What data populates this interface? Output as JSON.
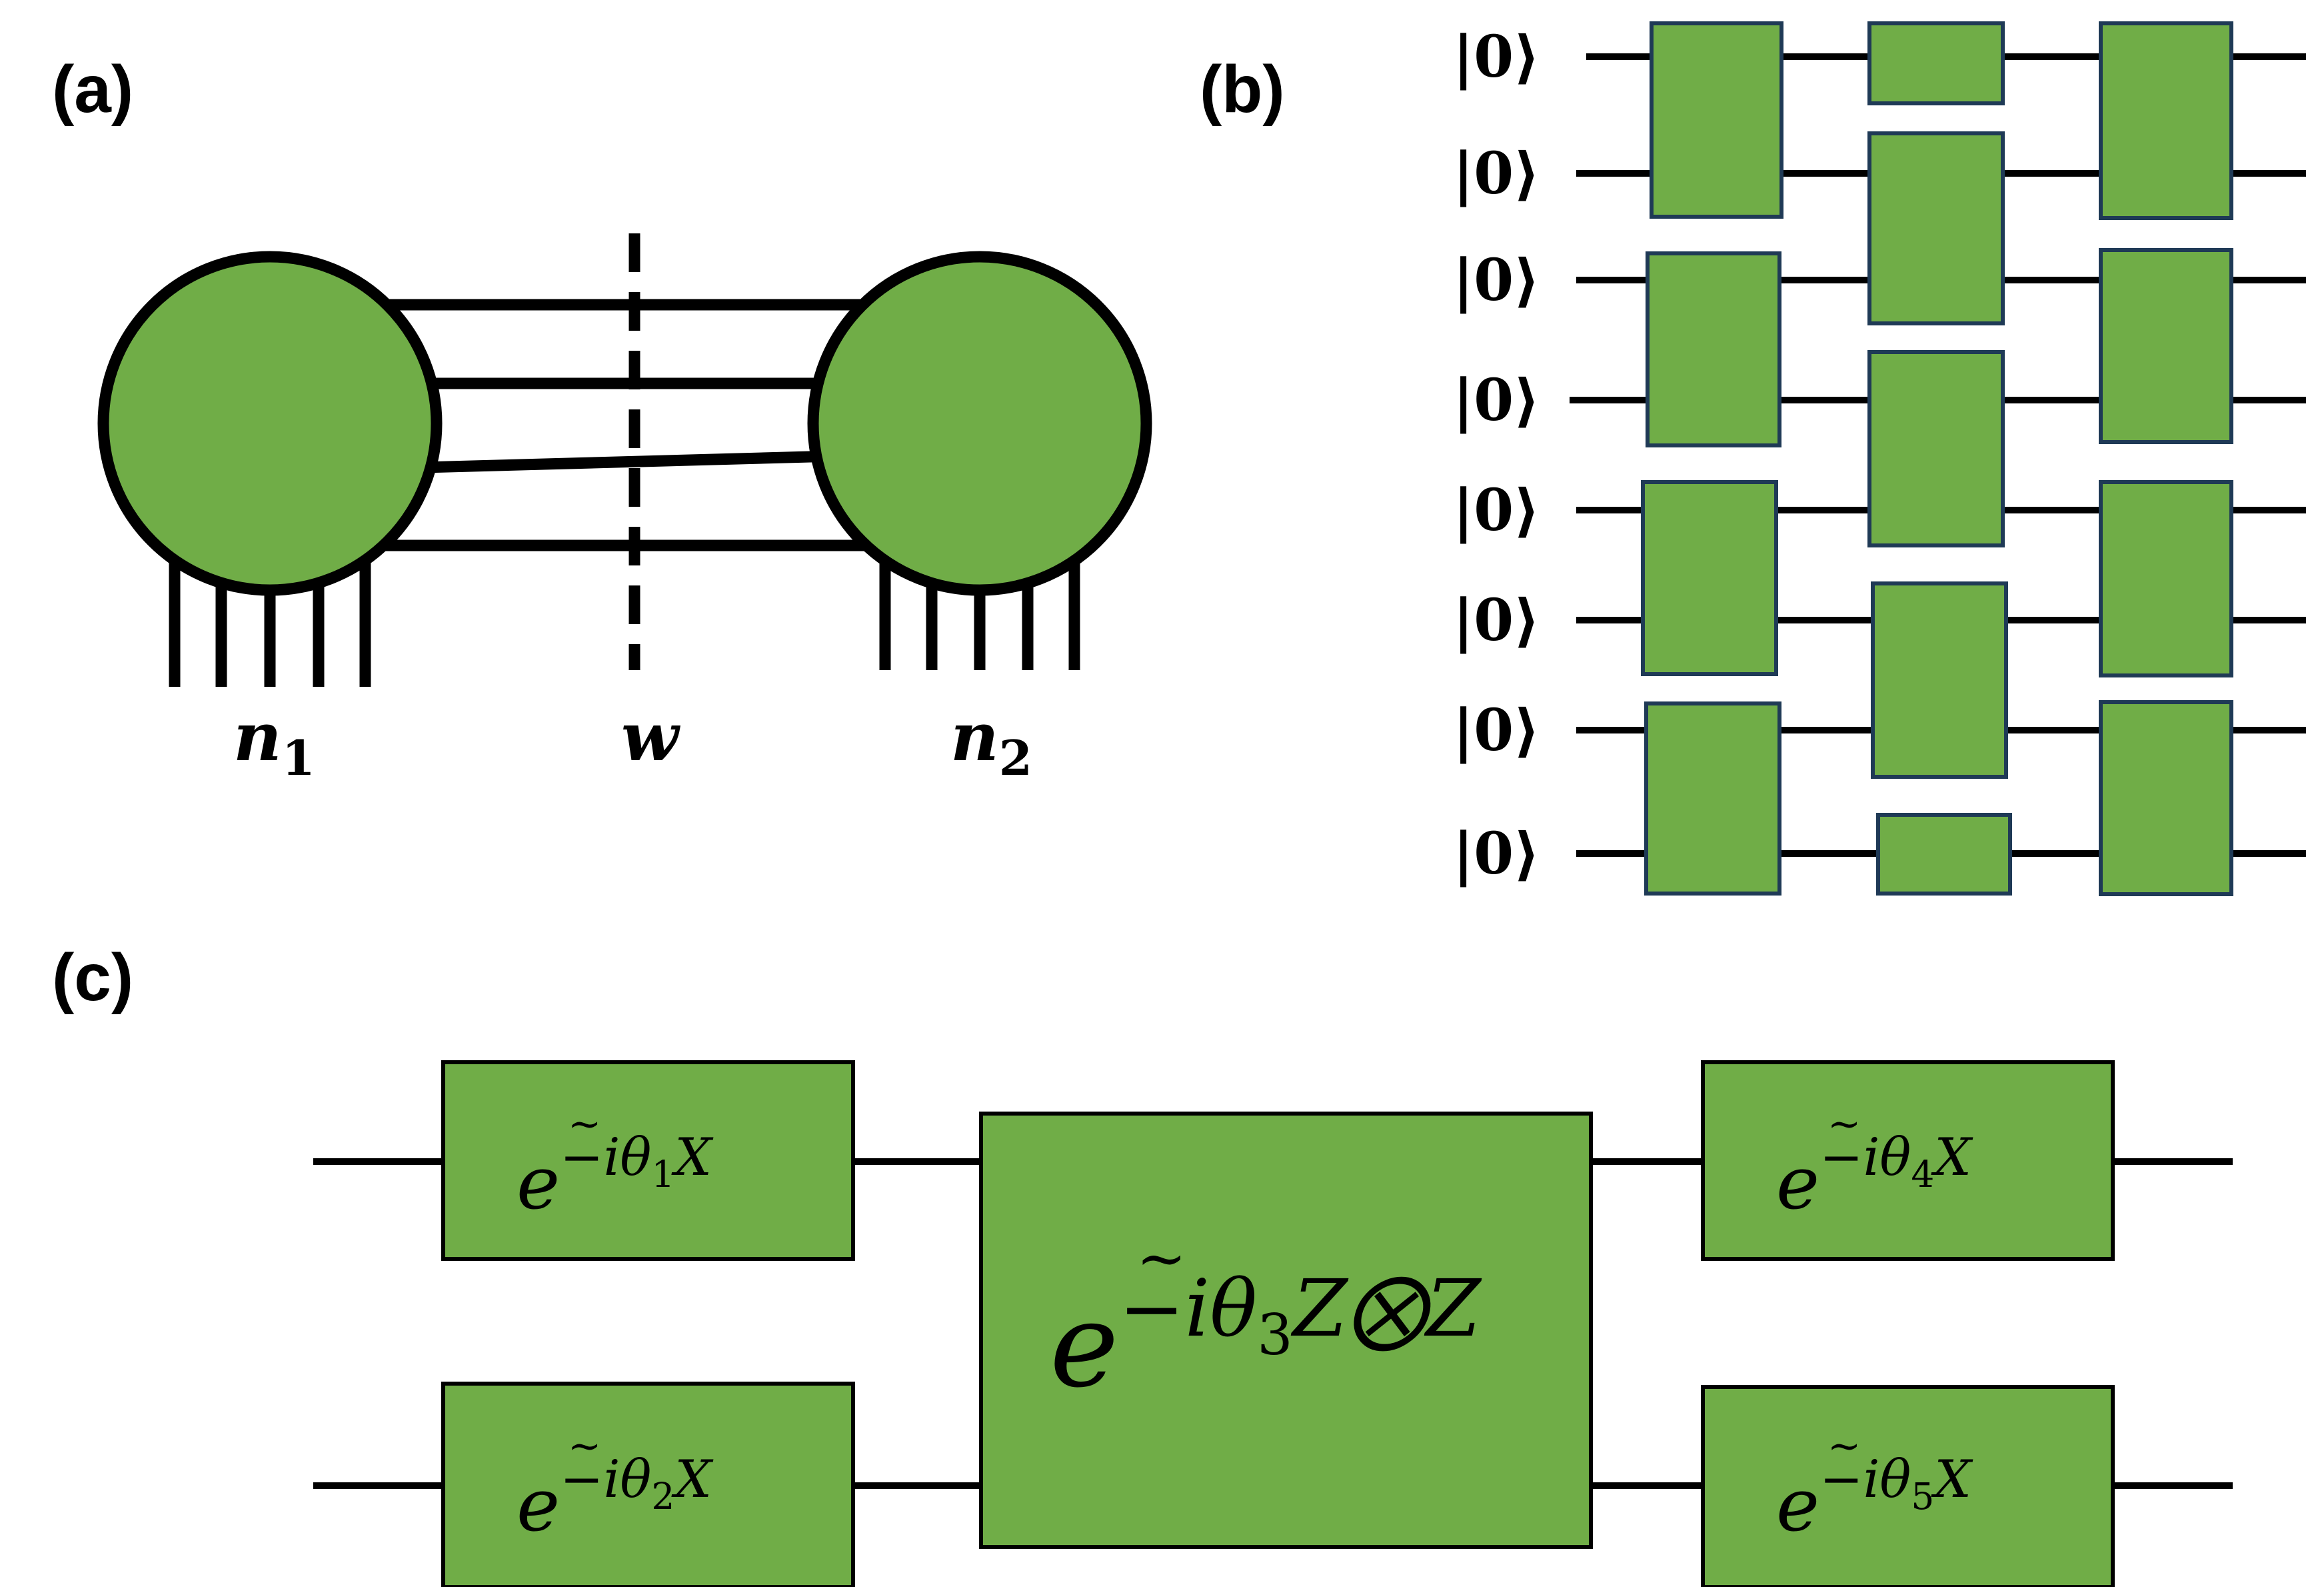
{
  "colors": {
    "gate_fill": "#70AD47",
    "gate_border": "#1F3A56",
    "node_fill": "#70AD47",
    "line": "#000000",
    "background": "#FFFFFF"
  },
  "panel_a": {
    "label": "(a)",
    "left_node_label": {
      "base": "n",
      "sub": "1"
    },
    "right_node_label": {
      "base": "n",
      "sub": "2"
    },
    "cut_label": "w"
  },
  "panel_b": {
    "label": "(b)",
    "qubit_labels": [
      "|0⟩",
      "|0⟩",
      "|0⟩",
      "|0⟩",
      "|0⟩",
      "|0⟩",
      "|0⟩",
      "|0⟩"
    ]
  },
  "panel_c": {
    "label": "(c)",
    "gates": [
      {
        "base": "e",
        "exp_prefix": "−i",
        "theta": "θ",
        "sub": "1",
        "op": "X"
      },
      {
        "base": "e",
        "exp_prefix": "−i",
        "theta": "θ",
        "sub": "2",
        "op": "X"
      },
      {
        "base": "e",
        "exp_prefix": "−i",
        "theta": "θ",
        "sub": "3",
        "op": "Z⨂Z"
      },
      {
        "base": "e",
        "exp_prefix": "−i",
        "theta": "θ",
        "sub": "4",
        "op": "X"
      },
      {
        "base": "e",
        "exp_prefix": "−i",
        "theta": "θ",
        "sub": "5",
        "op": "X"
      }
    ]
  }
}
